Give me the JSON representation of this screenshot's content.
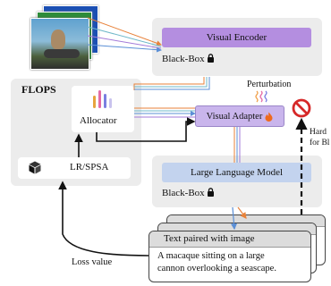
{
  "encoder": {
    "title": "Visual Encoder",
    "blackbox": "Black-Box"
  },
  "flops": {
    "title": "FLOPS",
    "allocator": "Allocator",
    "optimizer": "LR/SPSA"
  },
  "adapter": {
    "label": "Visual Adapter"
  },
  "llm": {
    "title": "Large Language Model",
    "blackbox": "Black-Box"
  },
  "perturbation": "Perturbation",
  "hard_note": {
    "line1": "Hard",
    "line2": "for Bl"
  },
  "text_card": {
    "header": "Text paired with image",
    "body_line1": "A macaque sitting on a large",
    "body_line2": "cannon overlooking a seascape."
  },
  "loss": "Loss value",
  "colors": {
    "encoder_bar": "#b48ee0",
    "adapter_bar": "#c9b5ec",
    "llm_bar": "#c3d3ee",
    "panel": "#ececec",
    "flame": "#ee6a1e",
    "prohibit": "#d62828"
  },
  "icons": [
    "lock-icon",
    "flame-icon",
    "prohibited-icon",
    "bar-chart-icon",
    "cube-icon",
    "perturbation-waves-icon"
  ]
}
